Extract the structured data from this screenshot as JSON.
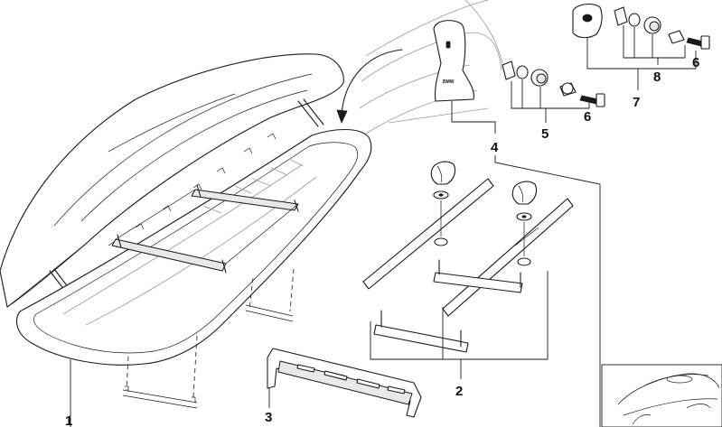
{
  "diagram": {
    "callouts": [
      {
        "id": "callout-1",
        "label": "1"
      },
      {
        "id": "callout-2",
        "label": "2"
      },
      {
        "id": "callout-3",
        "label": "3"
      },
      {
        "id": "callout-4",
        "label": "4"
      },
      {
        "id": "callout-5",
        "label": "5"
      },
      {
        "id": "callout-6a",
        "label": "6"
      },
      {
        "id": "callout-6b",
        "label": "6"
      },
      {
        "id": "callout-7",
        "label": "7"
      },
      {
        "id": "callout-8",
        "label": "8"
      }
    ],
    "logo_text": "BMW"
  }
}
